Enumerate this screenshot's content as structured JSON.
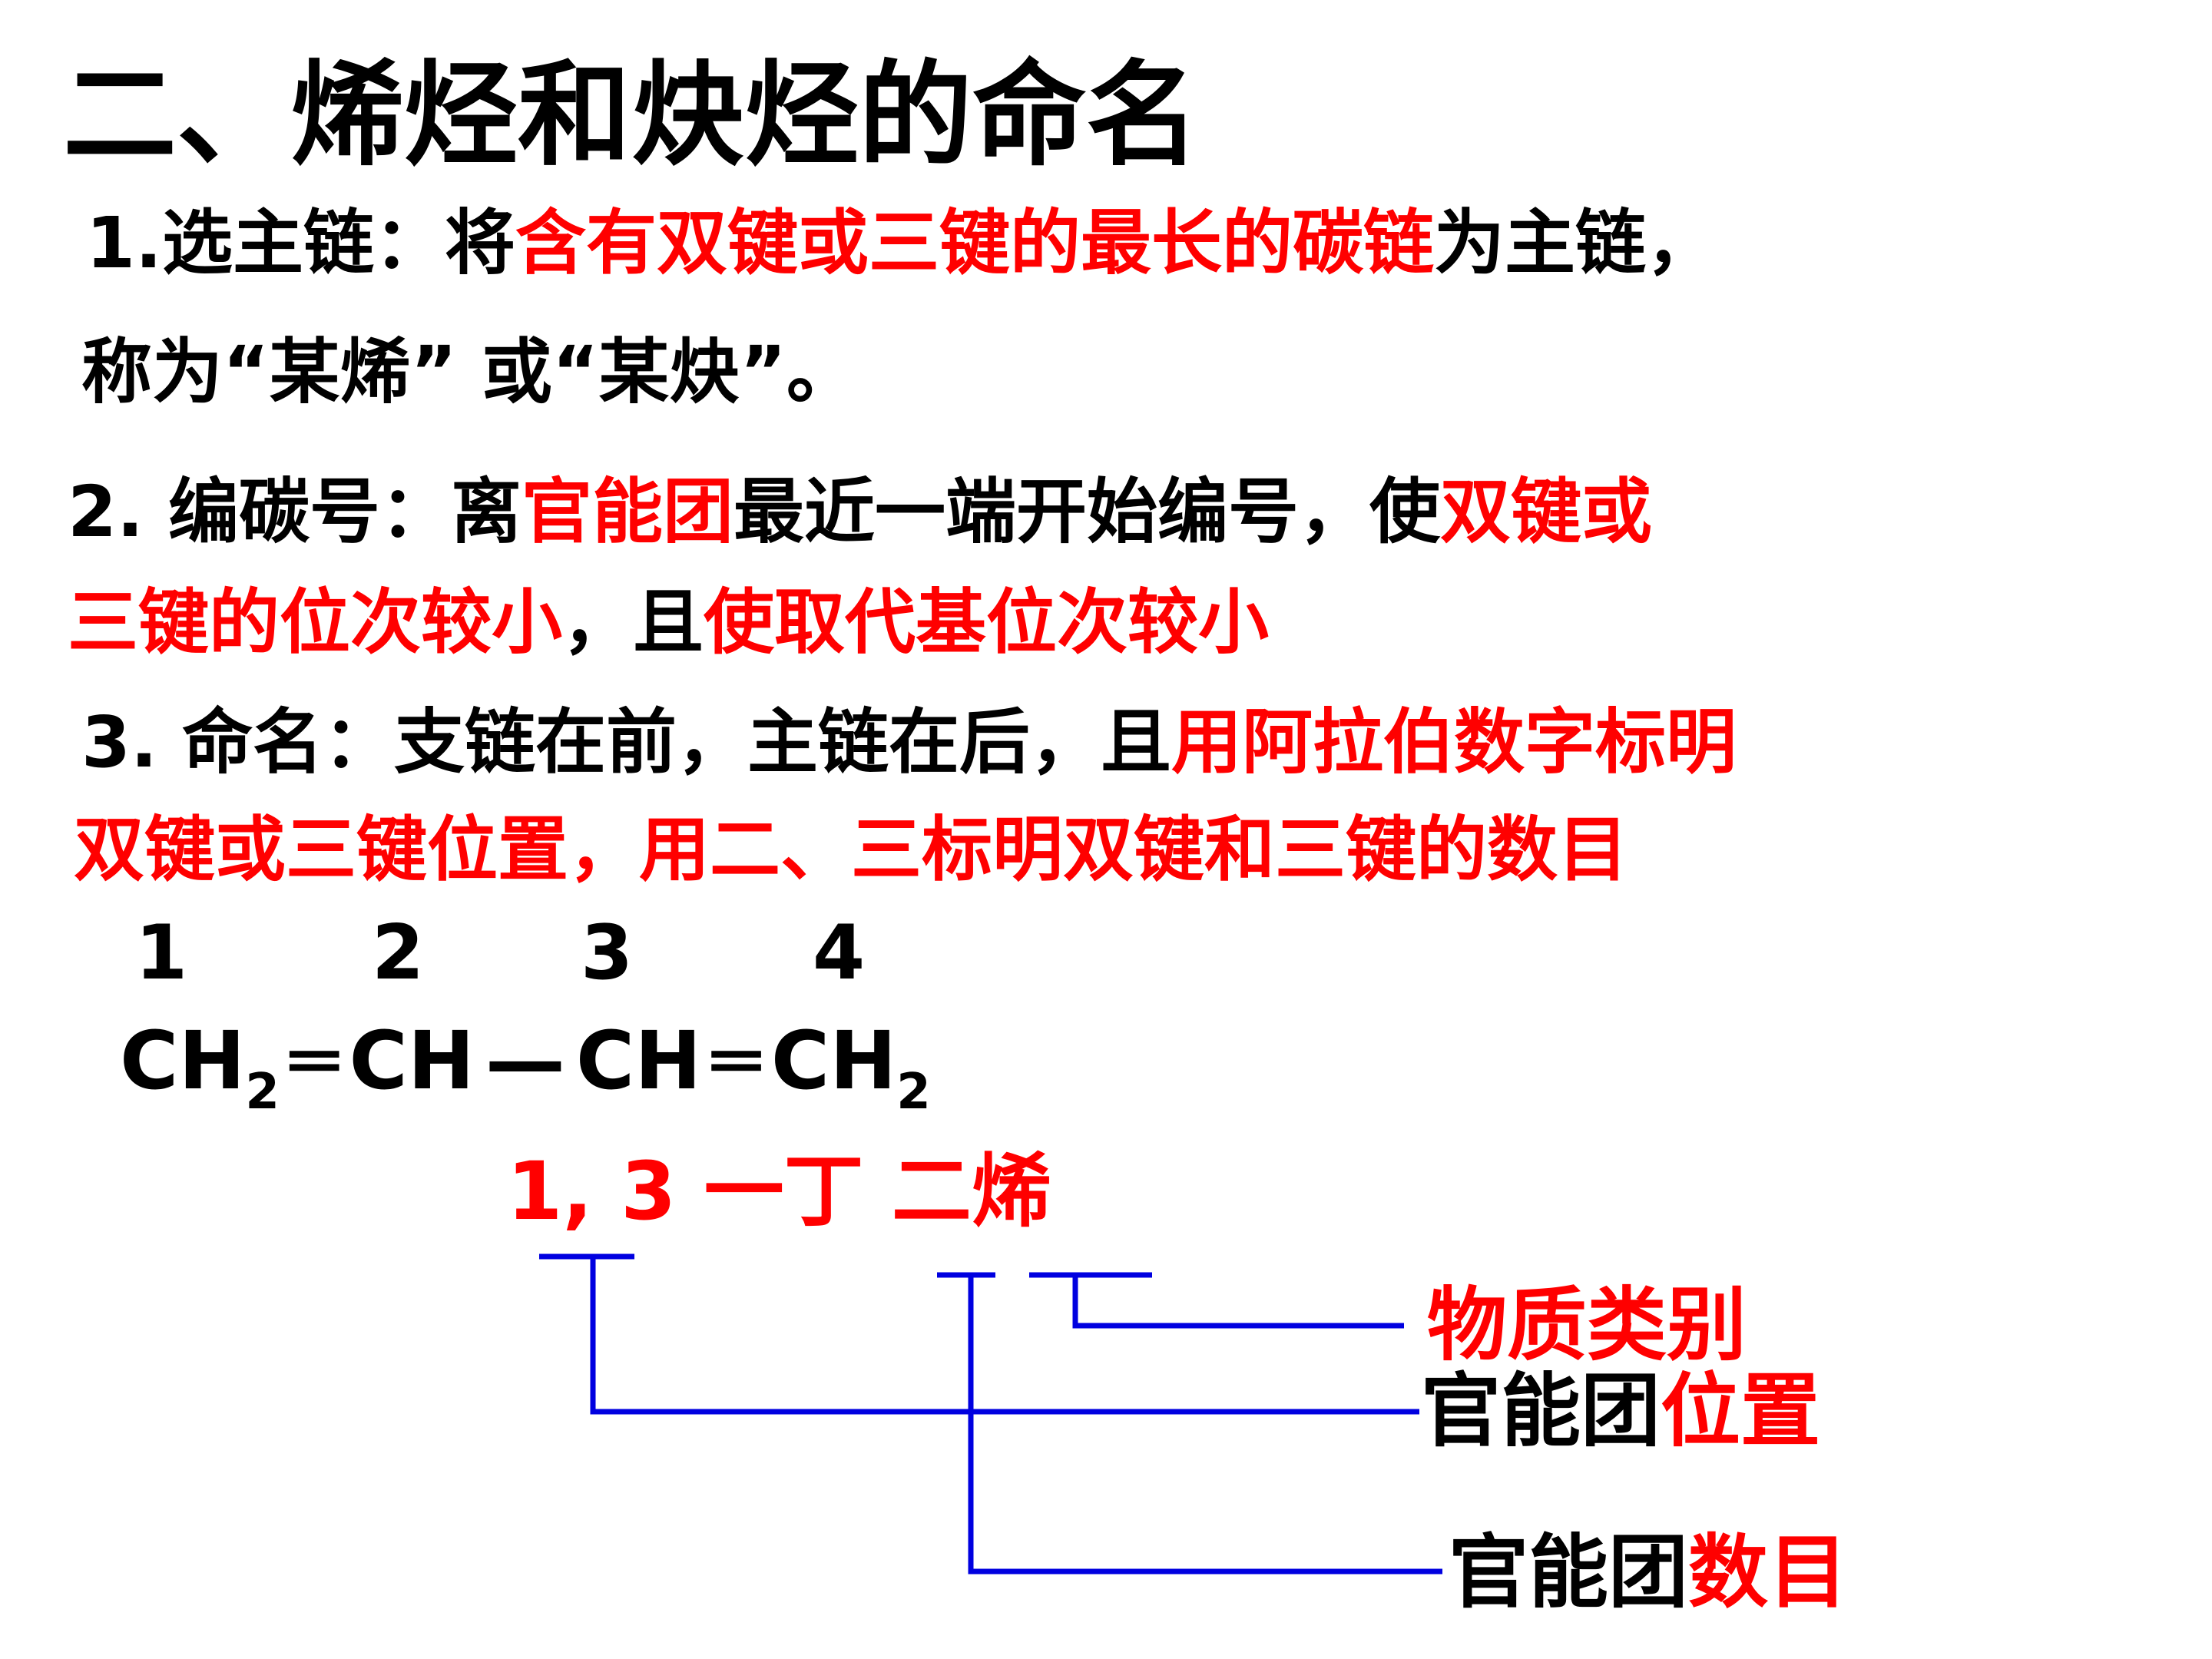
{
  "title": "二、烯烃和炔烃的命名",
  "rule1": {
    "p1": "1.选主链：将",
    "p2": "含有双键或三键的最长的碳链",
    "p3": "为主链，",
    "line2": "称为“某烯” 或“某炔”。"
  },
  "rule2": {
    "p1": "2.  编碳号：离",
    "p2": "官能团",
    "p3": "最近一端开始编号，使",
    "p4": "双键或",
    "p5": "三键的位次较小",
    "p6": "，且",
    "p7": "使取代基位次较小"
  },
  "rule3": {
    "p1": "3. 命名：支链在前，主链在后，且",
    "p2": "用阿拉伯数字标明",
    "line2": "双键或三键位置，用二、三标明双键和三键的数目"
  },
  "numbers": [
    "1",
    "2",
    "3",
    "4"
  ],
  "formula": {
    "g1": "CH",
    "s1": "2",
    "b1": "═",
    "g2": "CH",
    "b2": "—",
    "g3": "CH",
    "b3": "═",
    "g4": "CH",
    "s4": "2"
  },
  "compound_name": "1, 3 一丁 二烯",
  "labels": {
    "category": "物质类别",
    "position_prefix": "官能团",
    "position_suffix": "位置",
    "count_prefix": "官能团",
    "count_suffix": "数目"
  },
  "colors": {
    "emphasis": "#ff0000",
    "bracket_lines": "#0000e0",
    "text": "#000000"
  }
}
